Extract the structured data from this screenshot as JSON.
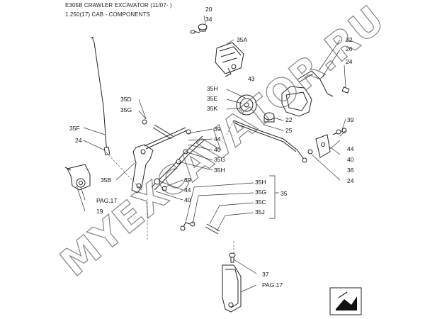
{
  "header": {
    "model_line": "E305B CRAWLER EXCAVATOR (11/07- )",
    "section_line": "1.250(17) CAB - COMPONENTS"
  },
  "watermark": "MYEXCAVATOR.RU",
  "callouts": {
    "c20": "20",
    "c34": "34",
    "c35A": "35A",
    "c32": "32",
    "c26": "26",
    "c24a": "24",
    "c43": "43",
    "c35H_a": "35H",
    "c35E": "35E",
    "c35K": "35K",
    "c22": "22",
    "c25": "25",
    "c35D": "35D",
    "c35G_a": "35G",
    "c35F": "35F",
    "c24b": "24",
    "c39a": "39",
    "c44a": "44",
    "c40a": "40",
    "c35G_b": "35G",
    "c35H_b": "35H",
    "c39b": "39",
    "c44b": "44",
    "c40b": "40",
    "c35B": "35B",
    "c39c": "39",
    "c44c": "44",
    "c40c": "40",
    "c36": "36",
    "c24c": "24",
    "c35H_c": "35H",
    "c35G_c": "35G",
    "c35C": "35C",
    "c35J": "35J",
    "c35": "35",
    "pag17a": "PAG.17",
    "c19": "19",
    "c37": "37",
    "pag17b": "PAG.17"
  },
  "colors": {
    "line": "#222222",
    "watermark": "#5a5a5a"
  },
  "icons": {
    "nav_corner": "page-corner-icon"
  }
}
